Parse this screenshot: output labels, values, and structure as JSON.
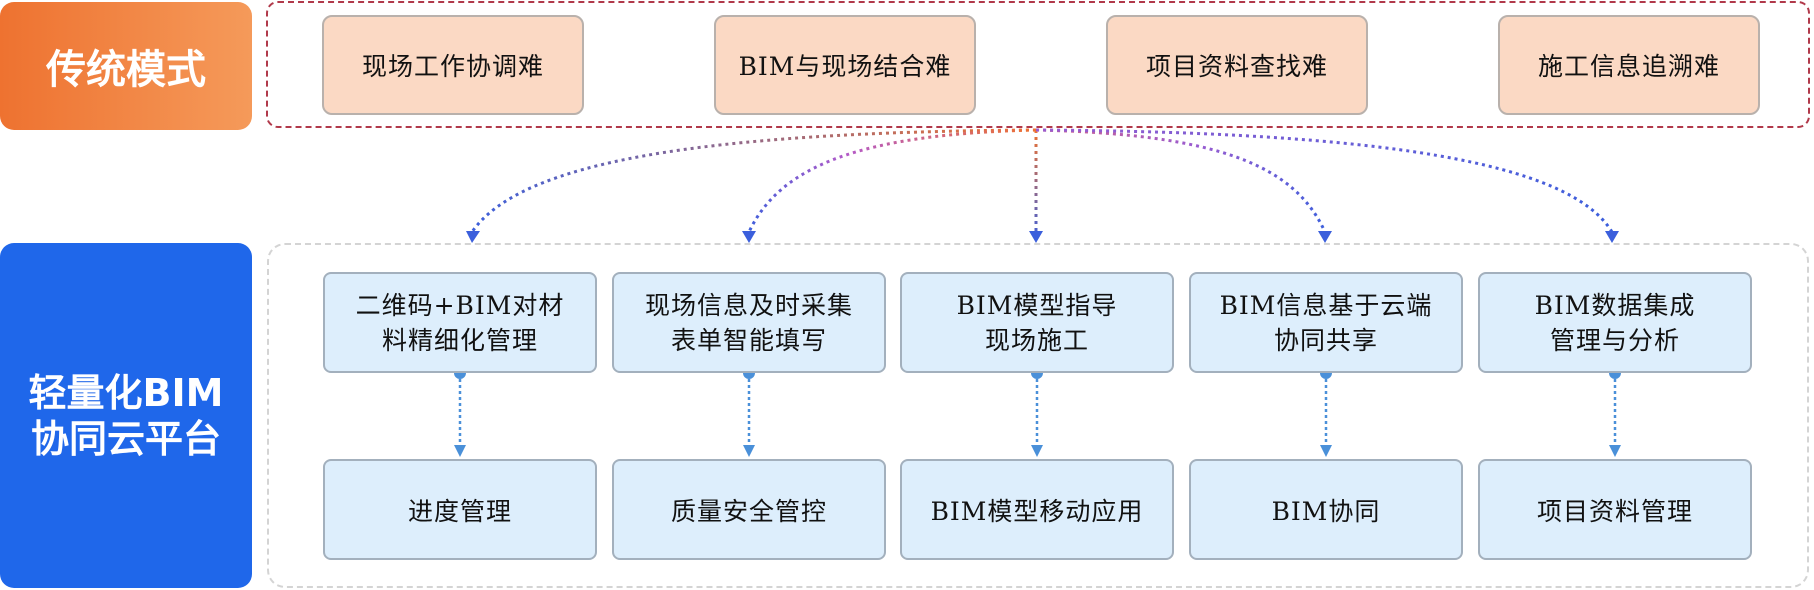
{
  "traditional_label": "传统模式",
  "platform_label": "轻量化BIM\n协同云平台",
  "problems": [
    "现场工作协调难",
    "BIM与现场结合难",
    "项目资料查找难",
    "施工信息追溯难"
  ],
  "features": [
    "二维码+BIM对材\n料精细化管理",
    "现场信息及时采集\n表单智能填写",
    "BIM模型指导\n现场施工",
    "BIM信息基于云端\n协同共享",
    "BIM数据集成\n管理与分析"
  ],
  "modules": [
    "进度管理",
    "质量安全管控",
    "BIM模型移动应用",
    "BIM协同",
    "项目资料管理"
  ],
  "colors": {
    "traditional_gradient_start": "#ee7230",
    "traditional_gradient_end": "#f59a5a",
    "platform_blue": "#1f67ea",
    "problem_fill": "#fbd9c4",
    "feature_fill": "#ddeefc",
    "problem_border": "#b1394a",
    "arrow_blue": "#3b5fdc",
    "arrow_orange": "#ee7230",
    "arrow_purple": "#9a5cd0",
    "connector_blue": "#4a90d9"
  }
}
